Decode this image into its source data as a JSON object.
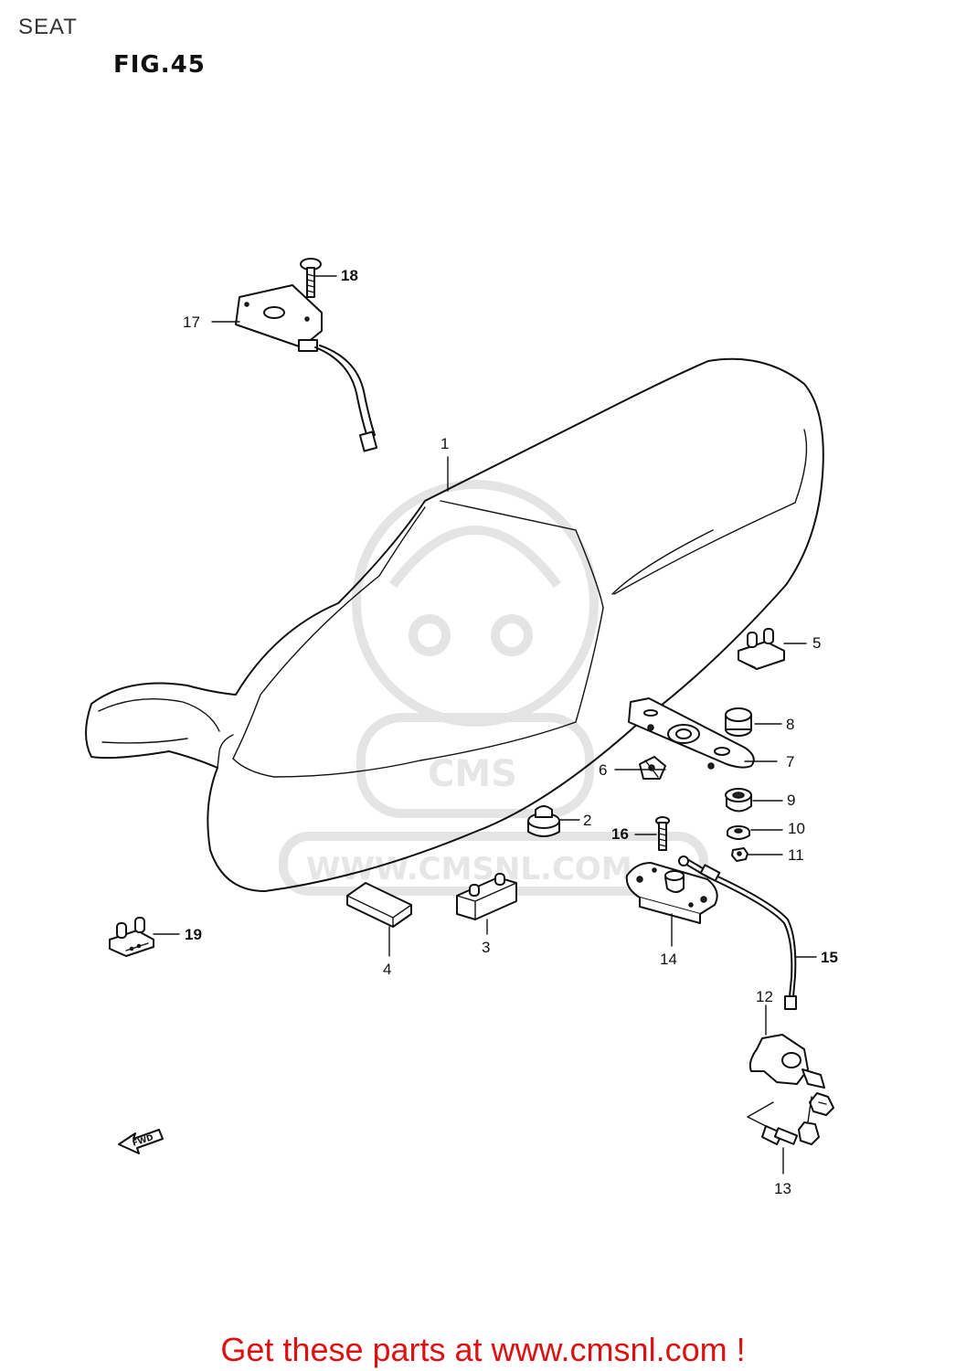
{
  "page_title": "SEAT",
  "figure_label": "FIG.45",
  "watermark": {
    "brand_text": "CMS",
    "url_text": "WWW.CMSNL.COM"
  },
  "callouts": [
    {
      "id": "1",
      "label": "1"
    },
    {
      "id": "2",
      "label": "2"
    },
    {
      "id": "3",
      "label": "3"
    },
    {
      "id": "4",
      "label": "4"
    },
    {
      "id": "5",
      "label": "5"
    },
    {
      "id": "6",
      "label": "6"
    },
    {
      "id": "7",
      "label": "7"
    },
    {
      "id": "8",
      "label": "8"
    },
    {
      "id": "9",
      "label": "9"
    },
    {
      "id": "10",
      "label": "10"
    },
    {
      "id": "11",
      "label": "11"
    },
    {
      "id": "12",
      "label": "12"
    },
    {
      "id": "13",
      "label": "13"
    },
    {
      "id": "14",
      "label": "14"
    },
    {
      "id": "15",
      "label": "15"
    },
    {
      "id": "16",
      "label": "16"
    },
    {
      "id": "17",
      "label": "17"
    },
    {
      "id": "18",
      "label": "18"
    },
    {
      "id": "19",
      "label": "19"
    }
  ],
  "fwd_arrow_label": "FWD",
  "footer": {
    "link_text": "Get these parts at www.cmsnl.com !",
    "link_color": "#dd1111"
  }
}
